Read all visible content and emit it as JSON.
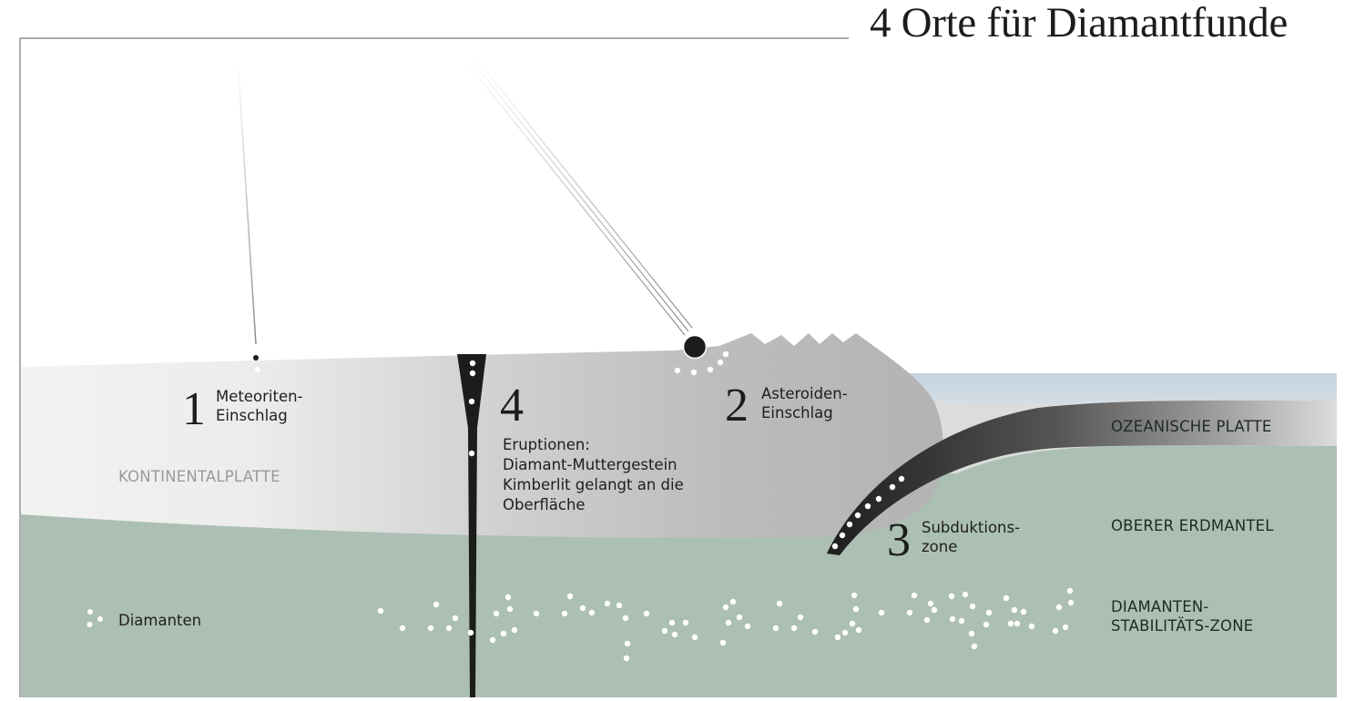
{
  "title": "4 Orte für Diamantfunde",
  "sites": [
    {
      "number": "1",
      "label_lines": [
        "Meteoriten-",
        "Einschlag"
      ]
    },
    {
      "number": "2",
      "label_lines": [
        "Asteroiden-",
        "Einschlag"
      ]
    },
    {
      "number": "3",
      "label_lines": [
        "Subduktions-",
        "zone"
      ]
    },
    {
      "number": "4",
      "label_lines": [
        "Eruptionen:",
        "Diamant-Muttergestein",
        "Kimberlit gelangt an die",
        "Oberfläche"
      ]
    }
  ],
  "layers": {
    "continental_plate": "KONTINENTALPLATTE",
    "oceanic_plate": "OZEANISCHE PLATTE",
    "upper_mantle": "OBERER ERDMANTEL",
    "stability_zone_lines": [
      "DIAMANTEN-",
      "STABILITÄTS-ZONE"
    ]
  },
  "legend": {
    "diamonds_label": "Diamanten",
    "diamonds_icon": "white-dots-icon"
  },
  "colors": {
    "mantle": "#acbfb3",
    "continental_plate_light": "#f2f2f2",
    "continental_plate_dark": "#b8b8b8",
    "ocean": "#c9d6e1",
    "oceanic_plate": "#dcdcdc",
    "subducting_slab_dark": "#2a2a2a",
    "kimberlite_pipe": "#1c1c1c",
    "diamond_dot": "#ffffff",
    "frame": "#777777"
  }
}
